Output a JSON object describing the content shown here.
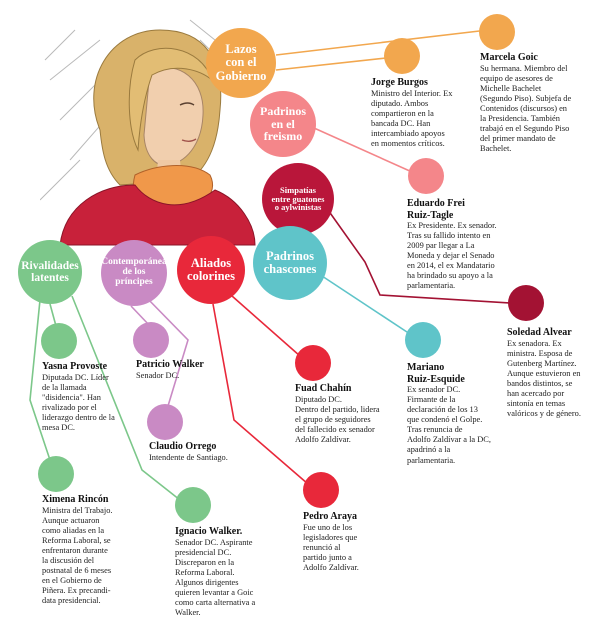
{
  "colors": {
    "orange": "#F2A74E",
    "pink": "#F4868A",
    "crimson": "#B9163A",
    "teal": "#5FC4C9",
    "green": "#7CC78A",
    "purple": "#C98AC4",
    "red": "#E8283A",
    "darkred": "#A31233"
  },
  "categories": {
    "lazos": "Lazos\ncon el\nGobierno",
    "padrinos_freismo": "Padrinos\nen el\nfreismo",
    "simpatias": "Simpatías\nentre guatones\no aylwinistas",
    "padrinos_chascones": "Padrinos\nchascones",
    "aliados": "Aliados\ncolorines",
    "contemporanea": "Contemporánea\nde los\npríncipes",
    "rivalidades": "Rivalidades\nlatentes"
  },
  "people": {
    "marcela": {
      "name": "Marcela Goic",
      "desc": "Su hermana. Miembro del\nequipo de asesores de\nMichelle Bachelet\n(Segundo Piso). Subjefa de\nContenidos (discursos) en\nla Presidencia. También\ntrabajó en el Segundo Piso\ndel primer mandato de\nBachelet."
    },
    "burgos": {
      "name": "Jorge Burgos",
      "desc": "Ministro del Interior. Ex\ndiputado. Ambos\ncompartieron en la\nbancada DC. Han\nintercambiado apoyos\nen momentos críticos."
    },
    "frei": {
      "name": "Eduardo Frei\nRuiz-Tagle",
      "desc": "Ex Presidente. Ex senador.\nTras su fallido intento en\n2009 par llegar a La\nMoneda y dejar el Senado\nen 2014, el ex Mandatario\nha brindado su apoyo a la\nparlamentaria."
    },
    "alvear": {
      "name": "Soledad Alvear",
      "desc": "Ex senadora. Ex\nministra. Esposa de\nGutenberg Martínez.\nAunque estuvieron en\nbandos distintos, se\nhan acercado por\nsintonía en temas\nvalóricos y de género."
    },
    "mariano": {
      "name": "Mariano\nRuiz-Esquide",
      "desc": "Ex senador DC.\nFirmante de la\ndeclaración de los 13\nque condenó el Golpe.\nTras renuncia de\nAdolfo Zaldívar a la DC,\napadrinó a la\nparlamentaria."
    },
    "chahin": {
      "name": "Fuad Chahín",
      "desc": "Diputado DC.\nDentro del partido, lidera\nel grupo de seguidores\ndel fallecido ex senador\nAdolfo Zaldívar."
    },
    "araya": {
      "name": "Pedro Araya",
      "desc": "Fue uno de los\nlegisladores que\nrenunció al\npartido junto a\nAdolfo Zaldívar."
    },
    "pwalker": {
      "name": "Patricio Walker",
      "desc": "Senador DC."
    },
    "orrego": {
      "name": "Claudio Orrego",
      "desc": "Intendente de Santiago."
    },
    "iwalker": {
      "name": "Ignacio Walker.",
      "desc": "Senador DC. Aspirante\npresidencial DC.\nDiscreparon en la\nReforma Laboral.\nAlgunos dirigentes\nquieren levantar a Goic\ncomo carta alternativa a\nWalker."
    },
    "provoste": {
      "name": "Yasna Provoste",
      "desc": "Diputada DC. Líder\nde la llamada\n\"disidencia\". Han\nrivalizado por el\nliderazgo dentro de la\nmesa DC."
    },
    "rincon": {
      "name": "Ximena Rincón",
      "desc": "Ministra del Trabajo.\nAunque actuaron\ncomo aliadas en la\nReforma Laboral, se\nenfrentaron durante\nla discusión del\npostnatal de 6 meses\nen el Gobierno de\nPiñera. Ex precandi-\ndata presidencial."
    }
  }
}
